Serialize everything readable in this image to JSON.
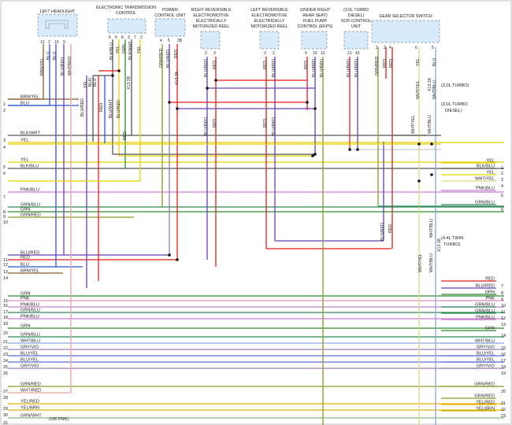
{
  "components": [
    {
      "id": "headlight",
      "title": [
        "LEFT HEADLIGHT"
      ],
      "pins": [
        "12",
        "2",
        "10",
        "9"
      ]
    },
    {
      "id": "etc",
      "title": [
        "ELECTRONIC TRANSMISSION",
        "CONTROL"
      ],
      "pins": [
        "5",
        "6",
        "8",
        "3",
        "7",
        "2"
      ]
    },
    {
      "id": "pcu",
      "title": [
        "POWER",
        "CONTROL UNIT"
      ],
      "pins": [
        "4",
        "5",
        "2B"
      ]
    },
    {
      "id": "rr",
      "title": [
        "RIGHT REVERSIBLE",
        "ELECTROMOTIVE",
        "ELECTRICALLY",
        "MOTORIZED REEL"
      ],
      "pins": [
        "2",
        "3"
      ]
    },
    {
      "id": "lr",
      "title": [
        "LEFT REVERSIBLE",
        "ELECTROMOTIVE",
        "ELECTRICALLY",
        "MOTORIZED REEL"
      ],
      "pins": [
        "3",
        "2"
      ]
    },
    {
      "id": "fp",
      "title": [
        "(UNDER RIGHT",
        "REAR SEAT)",
        "FUEL PUMP",
        "CONTROL (EKPS)"
      ],
      "pins": [
        "9",
        "10",
        "12"
      ]
    },
    {
      "id": "scr",
      "title": [
        "(3.0L TURBO",
        "DIESEL)",
        "SCR CONTROL",
        "UNIT"
      ],
      "pins": [
        "21",
        "43"
      ]
    },
    {
      "id": "gs",
      "title": [
        "GEAR SELECTOR SWITCH"
      ],
      "pins": [
        "2",
        "3",
        "4",
        "6",
        "5"
      ]
    }
  ],
  "component_wires": {
    "headlight": [
      "BRN/YEL",
      "BLU",
      "BLU/RED",
      "WHT/RED"
    ],
    "etc": [
      "BLK/BLU",
      "YEL",
      "GRN",
      "BLK/WHT",
      "YEL"
    ],
    "pcu": [
      "GRN/RED",
      "BLU/RED",
      "RED"
    ],
    "fp": [
      "RED",
      "BLU/RED",
      "BLU/RED"
    ],
    "scr": [
      "BLU/RED",
      "BLU/RED"
    ],
    "gs": [
      "GRN/RED",
      "RED",
      "RED",
      "YEL",
      "BLU"
    ]
  },
  "left_wires": [
    {
      "num": "1",
      "label": "BRN/YEL",
      "color": "#8b5a2b"
    },
    {
      "num": "2",
      "label": "BLU",
      "color": "#2f55d4"
    },
    {
      "num": "3",
      "label": "BLK/WHT",
      "color": "#555555"
    },
    {
      "num": "4",
      "label": "YEL",
      "color": "#e4d200"
    },
    {
      "num": "5",
      "label": "YEL",
      "color": "#e4d200"
    },
    {
      "num": "6",
      "label": "BLK/BLU",
      "color": "#555555"
    },
    {
      "num": "7",
      "label": "PNK/BLU",
      "color": "#c77dd0"
    },
    {
      "num": "8",
      "label": "GRN/BLU",
      "color": "#2e8b57"
    },
    {
      "num": "9",
      "label": "GRN",
      "color": "#2e8b2e"
    },
    {
      "num": "10",
      "label": "GRN/RED",
      "color": "#8a9a2a"
    },
    {
      "num": "11",
      "label": "BLU/RED",
      "color": "#6a3fb5"
    },
    {
      "num": "12",
      "label": "RED",
      "color": "#e01f1f"
    },
    {
      "num": "13",
      "label": "BLU",
      "color": "#2f55d4"
    },
    {
      "num": "14",
      "label": "BRN/YEL",
      "color": "#8b5a2b"
    },
    {
      "num": "15",
      "label": "GRN",
      "color": "#2e8b2e"
    },
    {
      "num": "16",
      "label": "PNK",
      "color": "#e58fc0"
    },
    {
      "num": "17",
      "label": "PNK/BLU",
      "color": "#c77dd0"
    },
    {
      "num": "18",
      "label": "GRN/BLU",
      "color": "#2e8b57"
    },
    {
      "num": "19",
      "label": "PNK/BLU",
      "color": "#c77dd0"
    },
    {
      "num": "20",
      "label": "GRN",
      "color": "#2e8b2e"
    },
    {
      "num": "21",
      "label": "GRN/BLU",
      "color": "#2e8b57"
    },
    {
      "num": "22",
      "label": "WHT/BLU",
      "color": "#8aa6e0"
    },
    {
      "num": "23",
      "label": "GRY/VIO",
      "color": "#9a82b8"
    },
    {
      "num": "24",
      "label": "BLU/YEL",
      "color": "#5b6ed8"
    },
    {
      "num": "25",
      "label": "BLU/YEL",
      "color": "#5b6ed8"
    },
    {
      "num": "26",
      "label": "GRY/VIO",
      "color": "#9a82b8"
    },
    {
      "num": "27",
      "label": "GRN/RED",
      "color": "#8a9a2a"
    },
    {
      "num": "28",
      "label": "WHT/RED",
      "color": "#f2a0a0"
    },
    {
      "num": "29",
      "label": "YEL/RED",
      "color": "#e8b000"
    },
    {
      "num": "30",
      "label": "YEL/BRN",
      "color": "#d4b400"
    },
    {
      "num": "31",
      "label": "GRN/WHT",
      "color": "#7fbf7f"
    }
  ],
  "right_wires": [
    {
      "num": "1",
      "label": "YEL",
      "color": "#e4d200"
    },
    {
      "num": "2",
      "label": "BLK/BLU",
      "color": "#555555"
    },
    {
      "num": "3",
      "label": "YEL",
      "color": "#e4d200"
    },
    {
      "num": "4",
      "label": "WHT/YEL",
      "color": "#e0d880"
    },
    {
      "num": "5",
      "label": "PNK/BLU",
      "color": "#c77dd0"
    },
    {
      "num": "6",
      "label": "GRN/BLU",
      "color": "#2e8b57"
    },
    {
      "num": "7",
      "label": "RED",
      "color": "#e01f1f"
    },
    {
      "num": "8",
      "label": "BLU/RED",
      "color": "#6a3fb5"
    },
    {
      "num": "9",
      "label": "GRN",
      "color": "#2e8b2e"
    },
    {
      "num": "10",
      "label": "PNK",
      "color": "#e58fc0"
    },
    {
      "num": "11",
      "label": "GRN/BLU",
      "color": "#2e8b57"
    },
    {
      "num": "12",
      "label": "GRN/BLU",
      "color": "#2e8b57"
    },
    {
      "num": "13",
      "label": "PNK/BLU",
      "color": "#c77dd0"
    },
    {
      "num": "14",
      "label": "GRN",
      "color": "#2e8b2e"
    },
    {
      "num": "15",
      "label": "WHT/BLU",
      "color": "#8aa6e0"
    },
    {
      "num": "16",
      "label": "GRY/VIO",
      "color": "#9a82b8"
    },
    {
      "num": "17",
      "label": "BLU/YEL",
      "color": "#5b6ed8"
    },
    {
      "num": "18",
      "label": "BLU/YEL",
      "color": "#5b6ed8"
    },
    {
      "num": "19",
      "label": "GRY/VIO",
      "color": "#9a82b8"
    },
    {
      "num": "20",
      "label": "GRN/RED",
      "color": "#8a9a2a"
    },
    {
      "num": "21",
      "label": "GRN/RED",
      "color": "#8a9a2a"
    },
    {
      "num": "22",
      "label": "YEL/RED",
      "color": "#e8b000"
    },
    {
      "num": "23",
      "label": "YEL/BRN",
      "color": "#d4b400"
    }
  ],
  "vertical_labels": {
    "etc_left": [
      "BLU/RED",
      "BLK/",
      "BLU"
    ],
    "etc_mid": [
      "YEL",
      "RED",
      "BLU/WHT"
    ],
    "rr_drop": [
      "BLU/RED",
      "RED"
    ],
    "lr_drop": [
      "BLU/RED",
      "RED"
    ],
    "gs_right": [
      "WHT/YEL",
      "WHT/BLU",
      "WHT/YEL",
      "WHT/BLU"
    ],
    "gs_lower": [
      "BLU/RED",
      "RED",
      "WHT/BLU",
      "WHT/YEL"
    ]
  },
  "notes": {
    "n1": "(3.0L TURBO)",
    "n2a": "(3.0L TURBO",
    "n2b": "DIESEL)",
    "n3a": "(4.4L TWIN",
    "n3b": "TURBO)",
    "or_pnk": "(OR PNK)",
    "splice1": "X13 28",
    "splice2": "X13 28",
    "splice3": "X13 28",
    "splice4": "X13 28"
  }
}
